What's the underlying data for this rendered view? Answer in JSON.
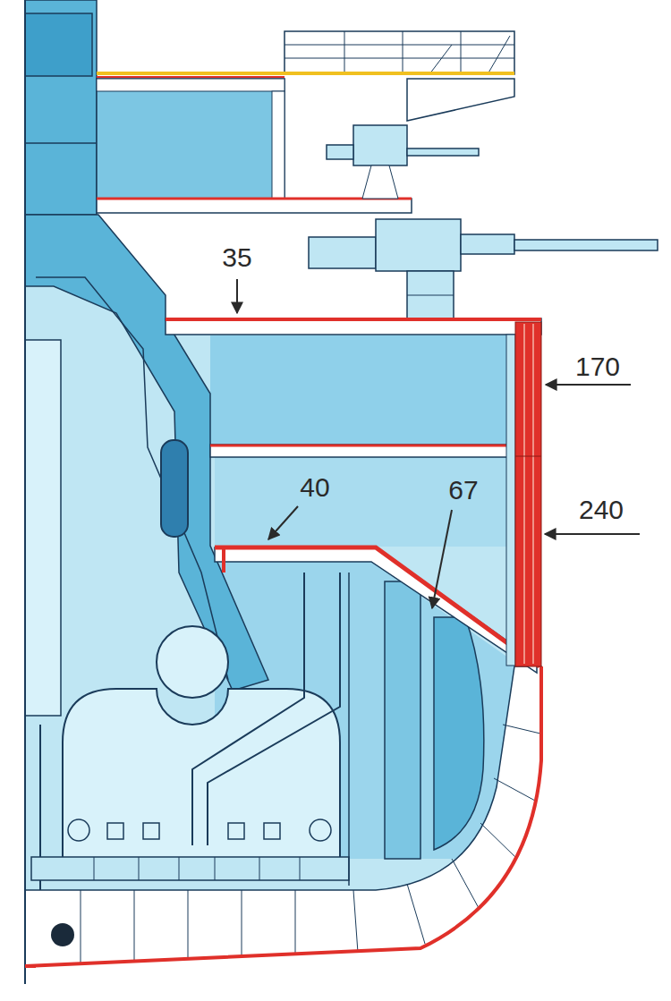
{
  "diagram": {
    "labels": [
      "35",
      "170",
      "40",
      "67",
      "240"
    ]
  }
}
